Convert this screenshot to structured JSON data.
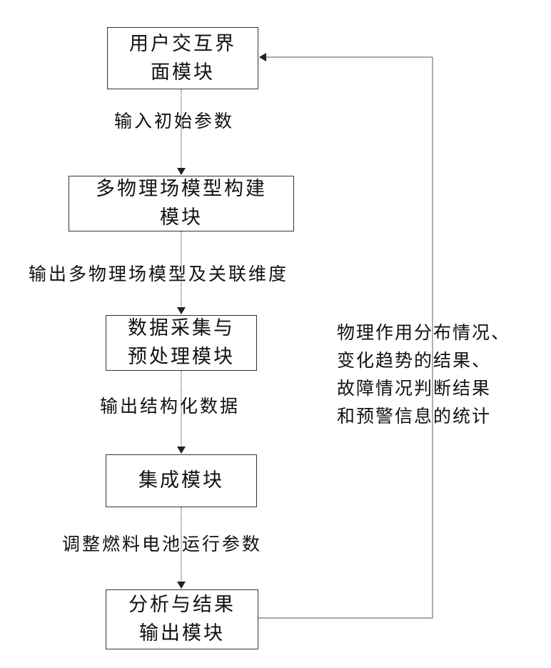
{
  "modules": [
    {
      "id": "ui",
      "lines": [
        "用户交互界",
        "面模块"
      ]
    },
    {
      "id": "model",
      "lines": [
        "多物理场模型构建",
        "模块"
      ]
    },
    {
      "id": "data",
      "lines": [
        "数据采集与",
        "预处理模块"
      ]
    },
    {
      "id": "integ",
      "lines": [
        "集成模块"
      ]
    },
    {
      "id": "analysis",
      "lines": [
        "分析与结果",
        "输出模块"
      ]
    }
  ],
  "edges": [
    {
      "from": "ui",
      "to": "model",
      "label": "输入初始参数"
    },
    {
      "from": "model",
      "to": "data",
      "label": "输出多物理场模型及关联维度"
    },
    {
      "from": "data",
      "to": "integ",
      "label": "输出结构化数据"
    },
    {
      "from": "integ",
      "to": "analysis",
      "label": "调整燃料电池运行参数"
    }
  ],
  "feedback": {
    "from": "analysis",
    "to": "ui",
    "lines": [
      "物理作用分布情况、",
      "变化趋势的结果、",
      "故障情况判断结果",
      "和预警信息的统计"
    ]
  }
}
